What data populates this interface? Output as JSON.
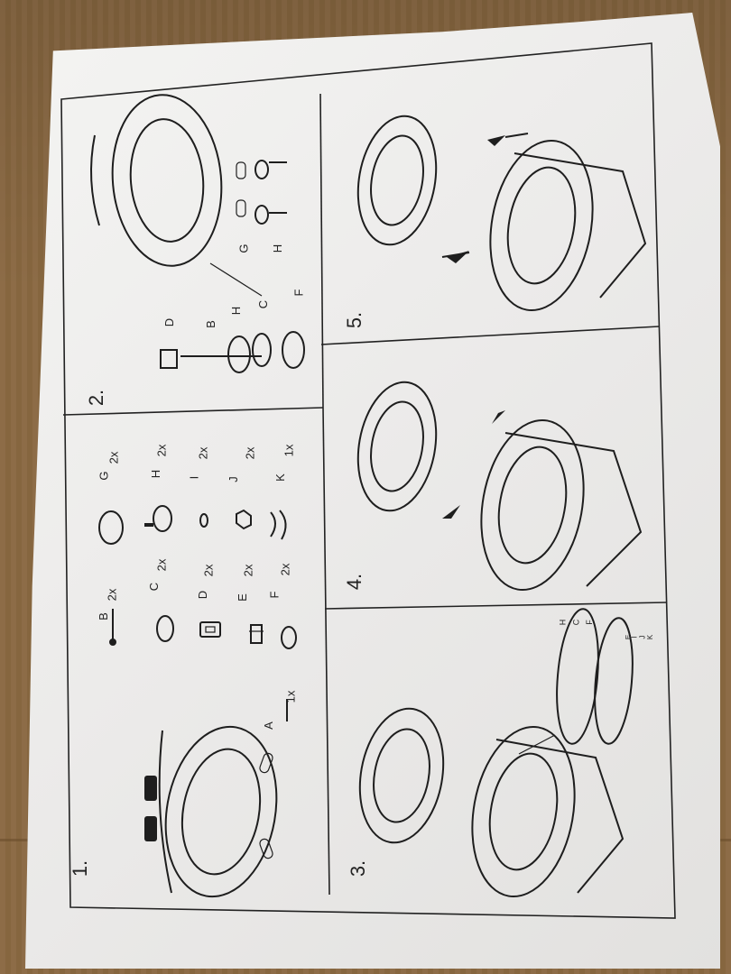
{
  "panels": {
    "p1": "1.",
    "p2": "2.",
    "p3": "3.",
    "p4": "4.",
    "p5": "5."
  },
  "parts": {
    "A": "A",
    "A_qty": "1x",
    "B": "B",
    "B_qty": "2x",
    "C": "C",
    "C_qty": "2x",
    "D": "D",
    "D_qty": "2x",
    "E": "E",
    "E_qty": "2x",
    "F": "F",
    "F_qty": "2x",
    "G": "G",
    "G_qty": "2x",
    "H": "H",
    "H_qty": "2x",
    "I": "I",
    "I_qty": "2x",
    "J": "J",
    "J_qty": "2x",
    "K": "K",
    "K_qty": "1x"
  },
  "step2_labels": {
    "D": "D",
    "B": "B",
    "H": "H",
    "C": "C",
    "F": "F",
    "G": "G",
    "H2": "H"
  },
  "step3_labels": {
    "H": "H",
    "C": "C",
    "F": "F",
    "E": "E",
    "I": "I",
    "J": "J",
    "K": "K"
  }
}
